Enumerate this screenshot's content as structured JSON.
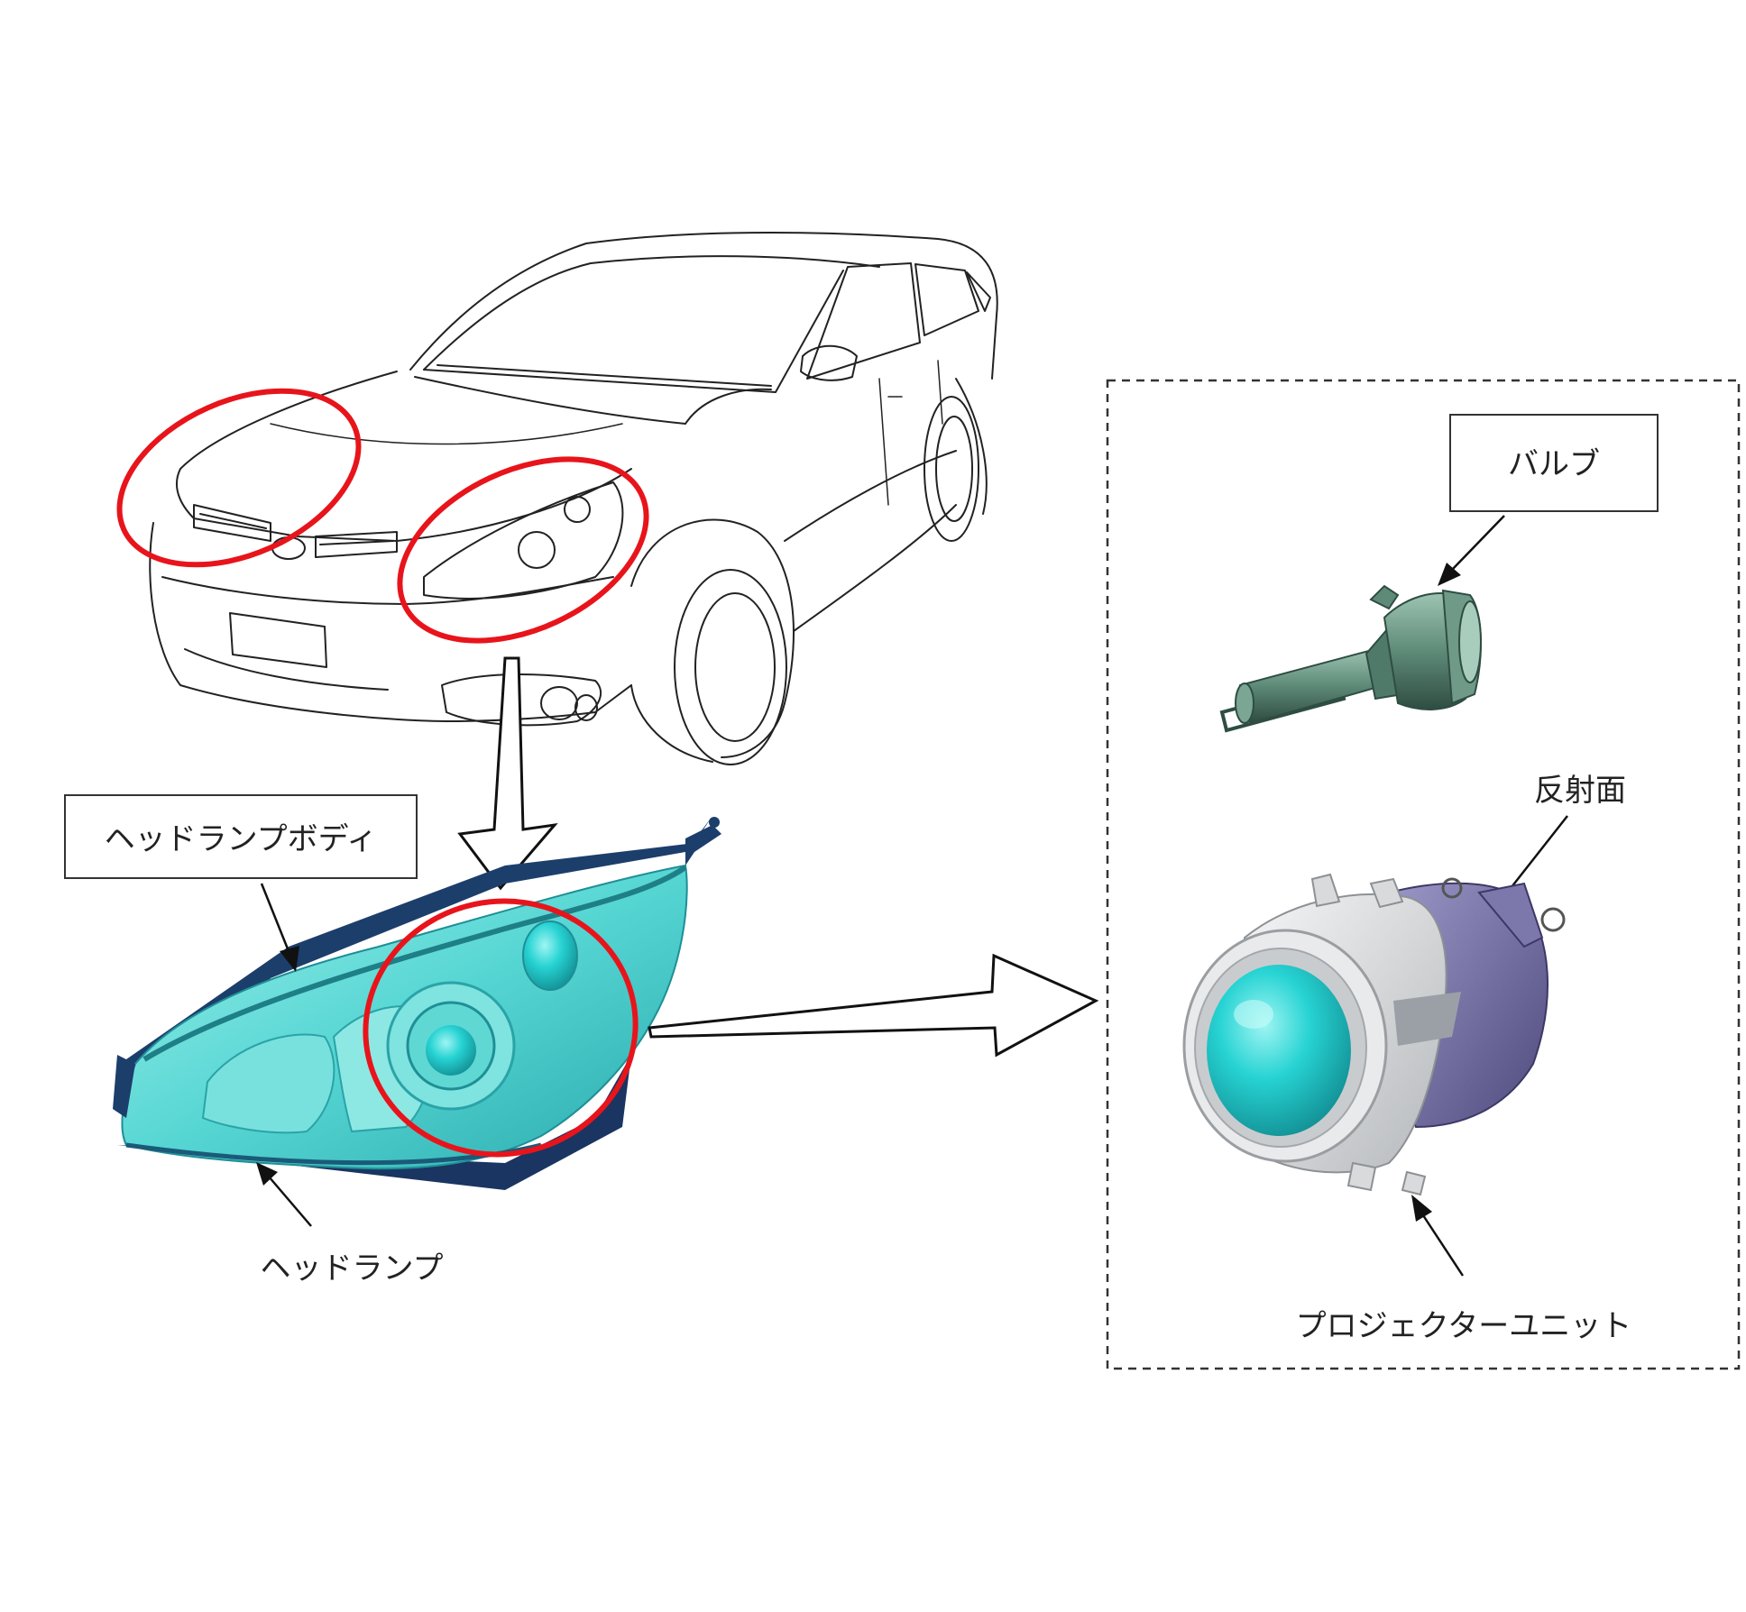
{
  "labels": {
    "headlamp_body": "ヘッドランプボディ",
    "headlamp": "ヘッドランプ",
    "bulb": "バルブ",
    "reflector": "反射面",
    "projector_unit": "プロジェクターユニット"
  },
  "colors": {
    "highlight_circle": "#e8141b",
    "lens_cyan": "#27d3d3",
    "housing_teal": "#3cc4c4",
    "housing_dark": "#1c3e6b",
    "bulb_green": "#5e8a78",
    "reflector_purple": "#6e6a9c",
    "projector_gray": "#d4d6d8"
  }
}
